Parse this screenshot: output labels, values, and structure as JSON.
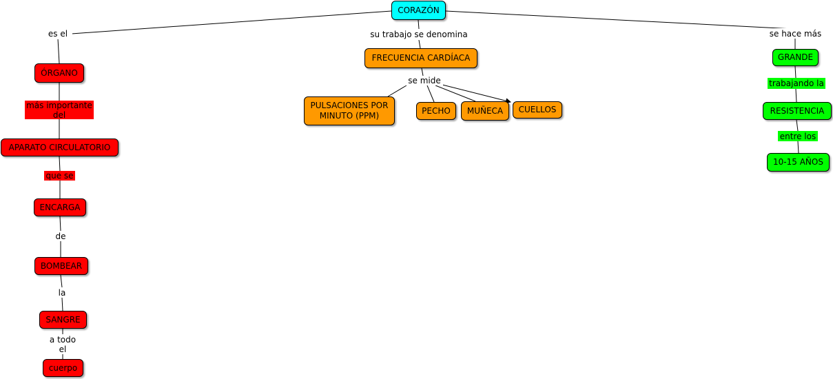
{
  "colors": {
    "root": "#00ffff",
    "red_branch": "#ff0000",
    "orange_branch": "#ff9900",
    "green_branch": "#00ff00"
  },
  "nodes": {
    "root": "CORAZÓN",
    "organo": "ÓRGANO",
    "aparato": "APARATO CIRCULATORIO",
    "encarga": "ENCARGA",
    "bombear": "BOMBEAR",
    "sangre": "SANGRE",
    "cuerpo": "cuerpo",
    "frecuencia": "FRECUENCIA CARDÍACA",
    "pulsaciones_line1": "PULSACIONES POR",
    "pulsaciones_line2": "MINUTO (PPM)",
    "pecho": "PECHO",
    "muneca": "MUÑECA",
    "cuellos": "CUELLOS",
    "grande": "GRANDE",
    "resistencia": "RESISTENCIA",
    "edad": "10-15 AÑOS"
  },
  "links": {
    "es_el": "es el",
    "mas_importante_line1": "más importante",
    "mas_importante_line2": "del",
    "que_se": "que se",
    "de": "de",
    "la": "la",
    "a_todo_line1": "a todo",
    "a_todo_line2": "el",
    "su_trabajo": "su trabajo se denomina",
    "se_mide": "se mide",
    "se_hace_mas": "se hace más",
    "trabajando_la": "trabajando la",
    "entre_los": "entre los"
  }
}
